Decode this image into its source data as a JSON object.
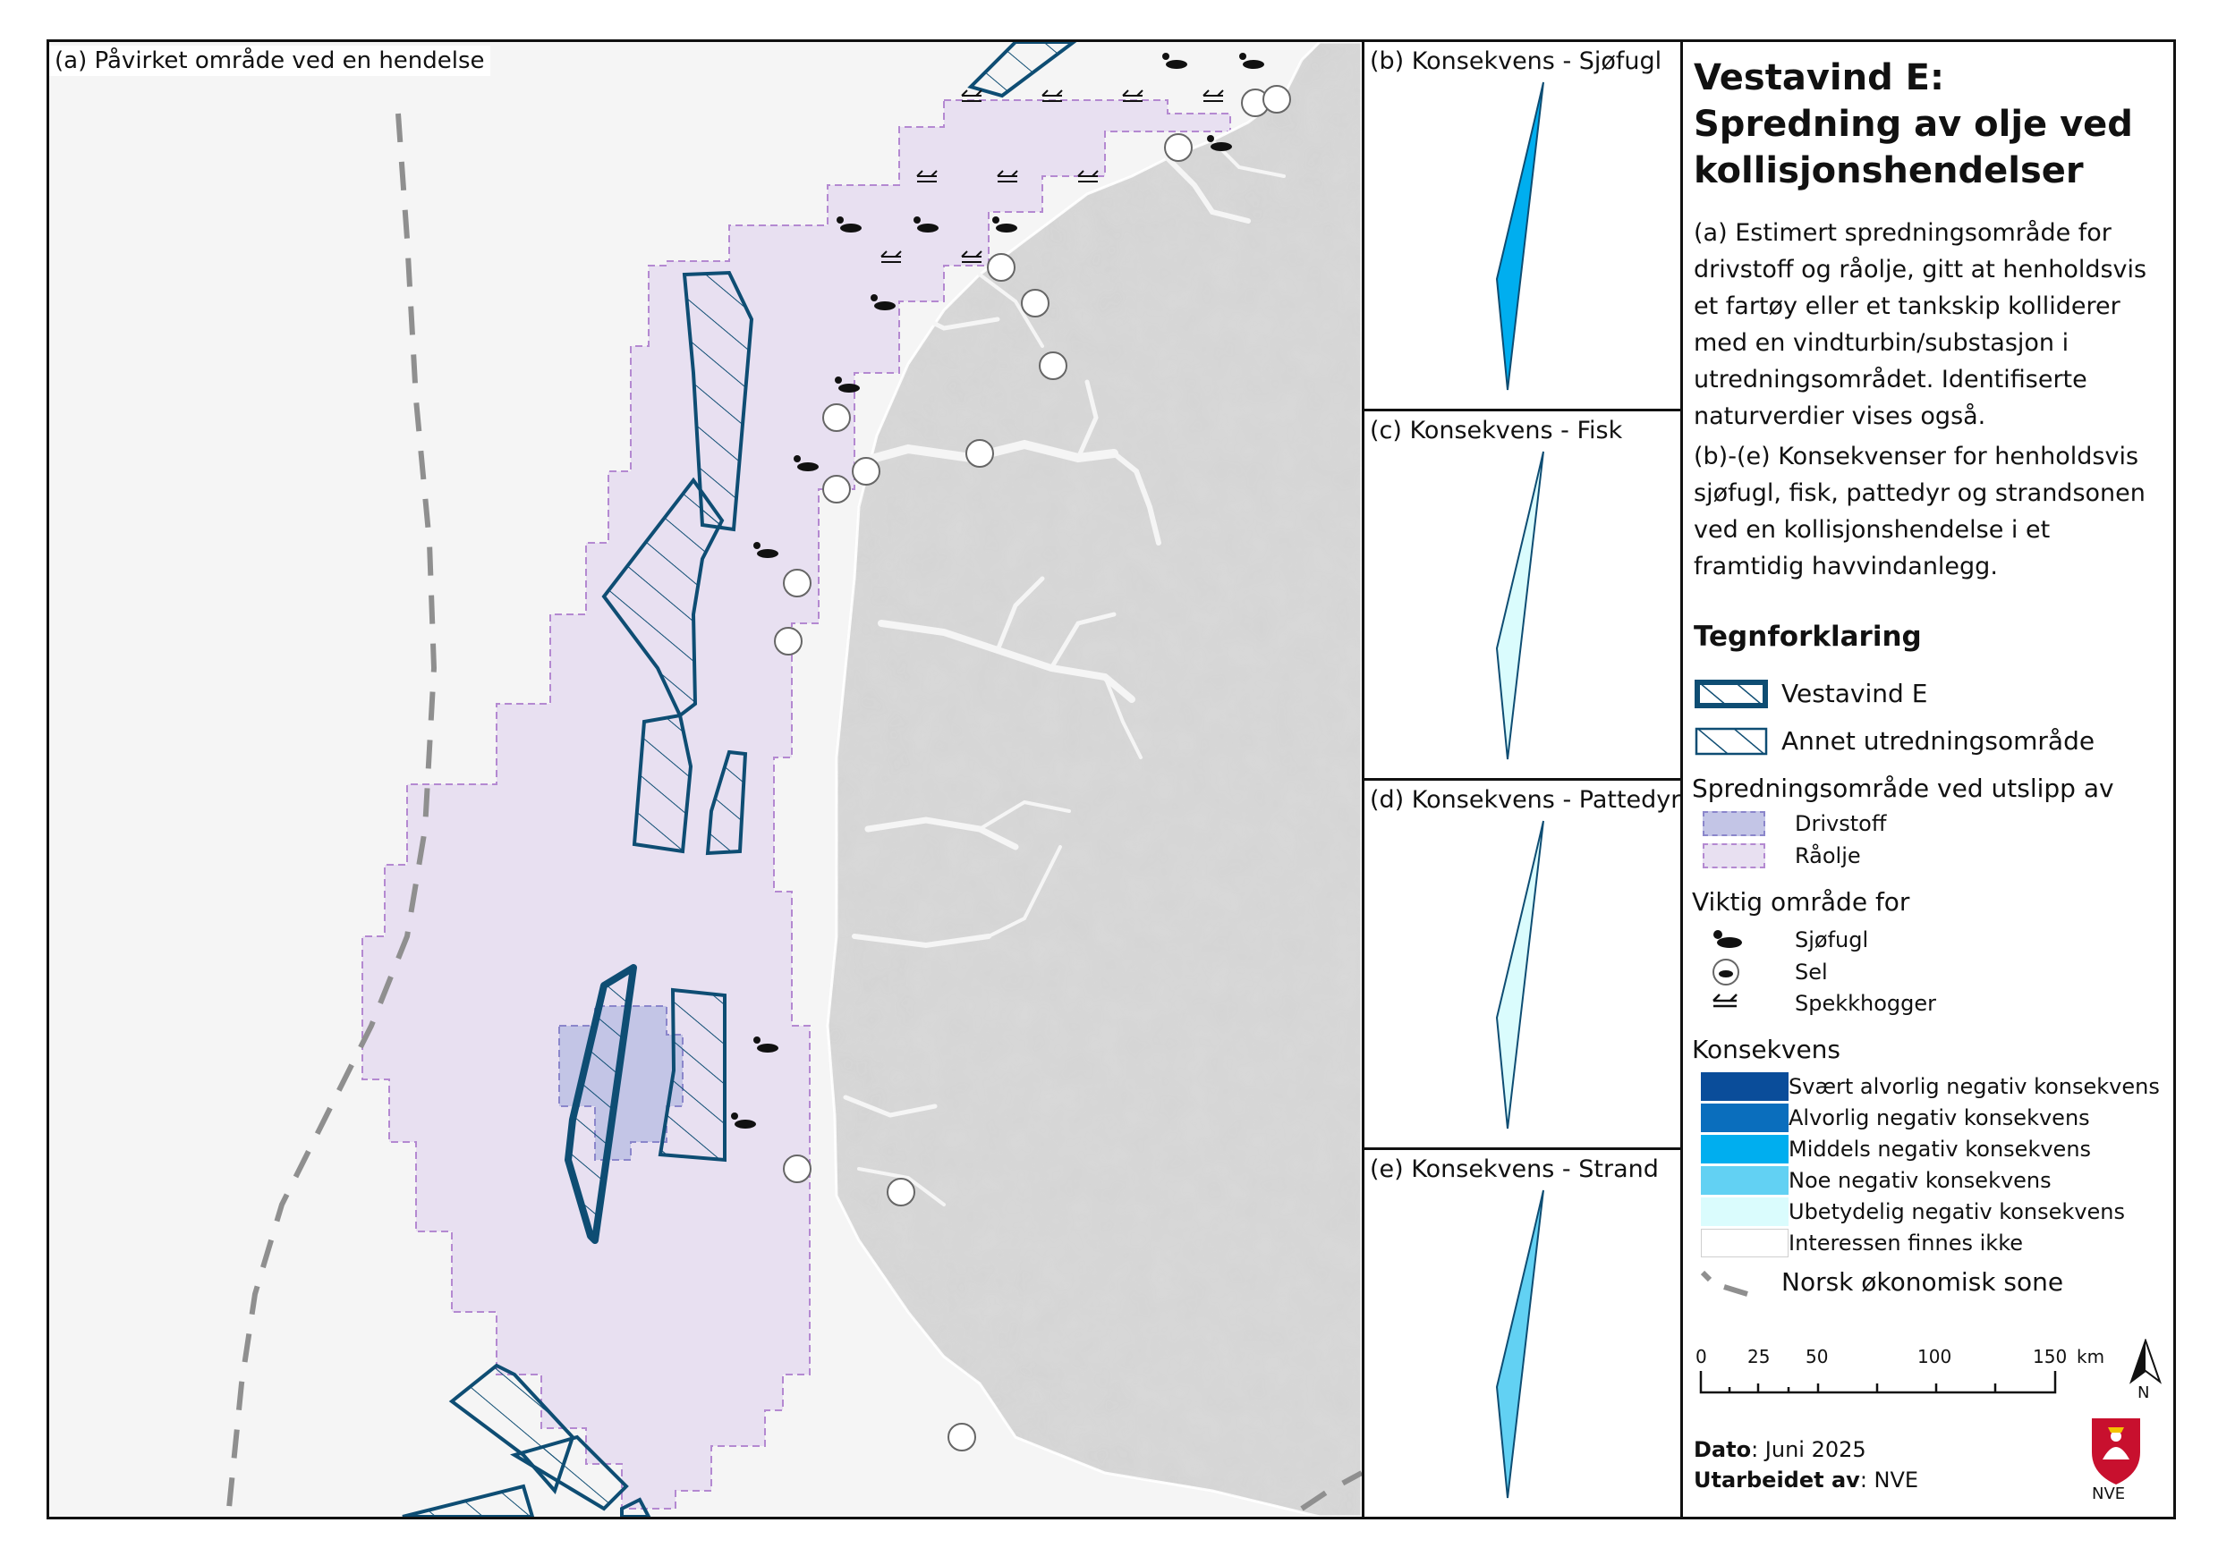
{
  "panels": {
    "a": "(a) Påvirket område ved en hendelse",
    "b": "(b) Konsekvens - Sjøfugl",
    "c": "(c) Konsekvens - Fisk",
    "d": "(d) Konsekvens - Pattedyr",
    "e": "(e) Konsekvens - Strand"
  },
  "colors": {
    "sea": "#f5f5f5",
    "land": "#d4d4d4",
    "raolje": "#e8e0f1",
    "drivstoff": "#c3c5e6",
    "area_outline": "#0e4d73",
    "eez": "#8f8f8f",
    "consequence_b": "#00aeef",
    "consequence_c": "#dafcfd",
    "consequence_d": "#dafcfd",
    "consequence_e": "#62d1f3"
  },
  "legend": {
    "title": "Vestavind E: Spredning av olje ved kollisjonshendelser",
    "desc_a": "(a) Estimert spredningsområde for drivstoff og råolje, gitt at henholdsvis et fartøy eller et tankskip kolliderer med en vindturbin/substasjon i utredningsområdet. Identifiserte naturverdier vises også.",
    "desc_be": "(b)-(e) Konsekvenser for henholdsvis sjøfugl, fisk, pattedyr og strandsonen ved en kollisjonshendelse i et framtidig havvindanlegg.",
    "heading": "Tegnforklaring",
    "areas": [
      {
        "label": "Vestavind E",
        "icon": "vestavind-e-swatch"
      },
      {
        "label": "Annet utredningsområde",
        "icon": "other-area-swatch"
      }
    ],
    "spread_heading": "Spredningsområde ved utslipp av",
    "spread": [
      {
        "label": "Drivstoff",
        "color": "#c3c5e6"
      },
      {
        "label": "Råolje",
        "color": "#e8e0f1"
      }
    ],
    "important_heading": "Viktig område for",
    "important": [
      {
        "label": "Sjøfugl",
        "icon": "seabird-icon"
      },
      {
        "label": "Sel",
        "icon": "seal-icon"
      },
      {
        "label": "Spekkhogger",
        "icon": "orca-icon"
      }
    ],
    "consequence_heading": "Konsekvens",
    "consequences": [
      {
        "label": "Svært alvorlig negativ konsekvens",
        "color": "#0a4d9a"
      },
      {
        "label": "Alvorlig negativ konsekvens",
        "color": "#0a6ebd"
      },
      {
        "label": "Middels negativ konsekvens",
        "color": "#00aeef"
      },
      {
        "label": "Noe negativ konsekvens",
        "color": "#62d1f3"
      },
      {
        "label": "Ubetydelig negativ konsekvens",
        "color": "#dafcfd"
      },
      {
        "label": "Interessen finnes ikke",
        "color": "#ffffff"
      }
    ],
    "eez_label": "Norsk økonomisk sone",
    "scale": {
      "ticks": [
        "0",
        "25",
        "50",
        "100",
        "150"
      ],
      "unit": "km"
    },
    "north": "N",
    "date_label": "Dato",
    "date_value": ": Juni 2025",
    "author_label": "Utarbeidet av",
    "author_value": ": NVE",
    "logo_text": "NVE"
  }
}
